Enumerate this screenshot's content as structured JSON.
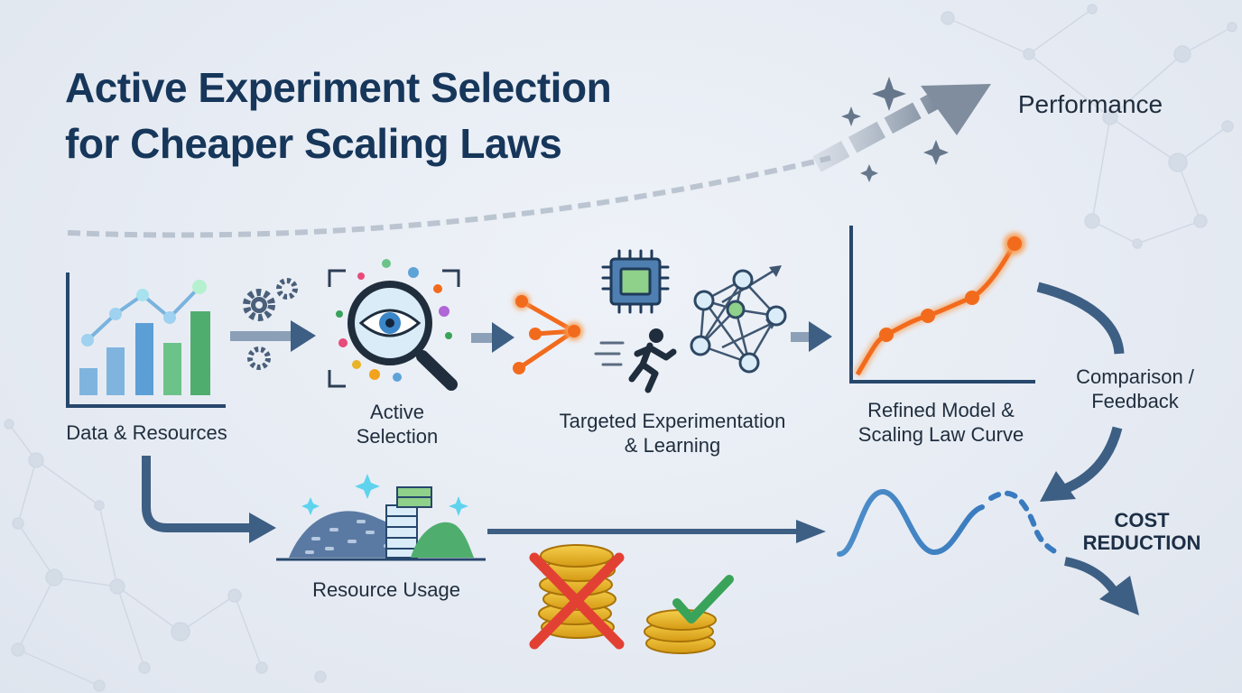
{
  "title": {
    "line1": "Active Experiment Selection",
    "line2": "for Cheaper Scaling Laws"
  },
  "performance_label": "Performance",
  "steps": {
    "data_resources": "Data & Resources",
    "active_selection": {
      "line1": "Active",
      "line2": "Selection"
    },
    "targeted": {
      "line1": "Targeted Experimentation",
      "line2": "& Learning"
    },
    "refined": {
      "line1": "Refined Model &",
      "line2": "Scaling Law Curve"
    },
    "comparison": {
      "line1": "Comparison /",
      "line2": "Feedback"
    },
    "resource_usage": "Resource Usage",
    "cost_reduction": {
      "line1": "COST",
      "line2": "REDUCTION"
    }
  },
  "icons": [
    "bar-chart-icon",
    "gear-icon",
    "magnifier-eye-icon",
    "branch-network-icon",
    "cpu-chip-icon",
    "runner-icon",
    "neural-network-icon",
    "scaling-curve-icon",
    "data-pile-icon",
    "coin-stack-icon",
    "red-x-icon",
    "green-check-icon"
  ],
  "colors": {
    "title": "#16365a",
    "arrow": "#3e5f84",
    "accent_orange": "#f26b1d",
    "accent_green": "#3aa35a",
    "accent_blue": "#5ea3d8",
    "coin_gold": "#e8b324",
    "cross_red": "#e34034"
  }
}
